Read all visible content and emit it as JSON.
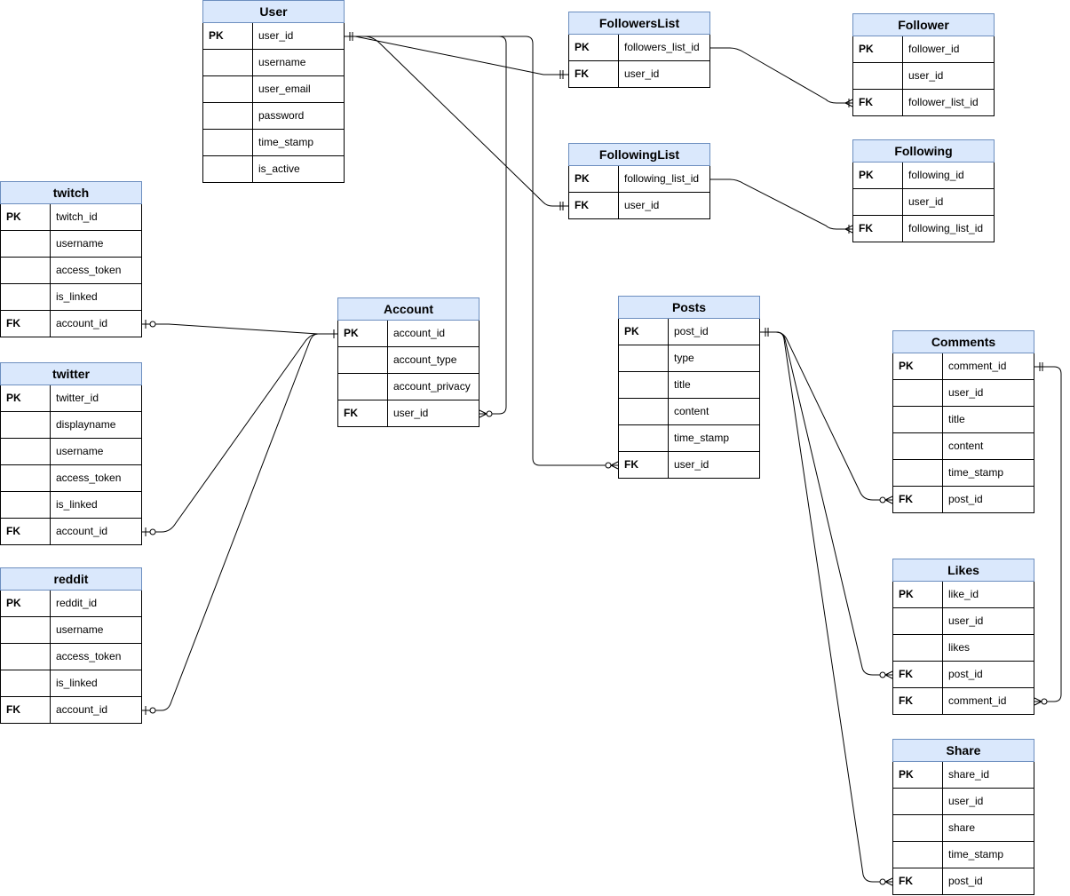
{
  "entities": {
    "user": {
      "title": "User",
      "rows": [
        {
          "key": "PK",
          "field": "user_id"
        },
        {
          "key": "",
          "field": "username"
        },
        {
          "key": "",
          "field": "user_email"
        },
        {
          "key": "",
          "field": "password"
        },
        {
          "key": "",
          "field": "time_stamp"
        },
        {
          "key": "",
          "field": "is_active"
        }
      ]
    },
    "followers_list": {
      "title": "FollowersList",
      "rows": [
        {
          "key": "PK",
          "field": "followers_list_id"
        },
        {
          "key": "FK",
          "field": "user_id"
        }
      ]
    },
    "follower": {
      "title": "Follower",
      "rows": [
        {
          "key": "PK",
          "field": "follower_id"
        },
        {
          "key": "",
          "field": "user_id"
        },
        {
          "key": "FK",
          "field": "follower_list_id"
        }
      ]
    },
    "following_list": {
      "title": "FollowingList",
      "rows": [
        {
          "key": "PK",
          "field": "following_list_id"
        },
        {
          "key": "FK",
          "field": "user_id"
        }
      ]
    },
    "following": {
      "title": "Following",
      "rows": [
        {
          "key": "PK",
          "field": "following_id"
        },
        {
          "key": "",
          "field": "user_id"
        },
        {
          "key": "FK",
          "field": "following_list_id"
        }
      ]
    },
    "twitch": {
      "title": "twitch",
      "rows": [
        {
          "key": "PK",
          "field": "twitch_id"
        },
        {
          "key": "",
          "field": "username"
        },
        {
          "key": "",
          "field": "access_token"
        },
        {
          "key": "",
          "field": "is_linked"
        },
        {
          "key": "FK",
          "field": "account_id"
        }
      ]
    },
    "account": {
      "title": "Account",
      "rows": [
        {
          "key": "PK",
          "field": "account_id"
        },
        {
          "key": "",
          "field": "account_type"
        },
        {
          "key": "",
          "field": "account_privacy"
        },
        {
          "key": "FK",
          "field": "user_id"
        }
      ]
    },
    "twitter": {
      "title": "twitter",
      "rows": [
        {
          "key": "PK",
          "field": "twitter_id"
        },
        {
          "key": "",
          "field": "displayname"
        },
        {
          "key": "",
          "field": "username"
        },
        {
          "key": "",
          "field": "access_token"
        },
        {
          "key": "",
          "field": "is_linked"
        },
        {
          "key": "FK",
          "field": "account_id"
        }
      ]
    },
    "reddit": {
      "title": "reddit",
      "rows": [
        {
          "key": "PK",
          "field": "reddit_id"
        },
        {
          "key": "",
          "field": "username"
        },
        {
          "key": "",
          "field": "access_token"
        },
        {
          "key": "",
          "field": "is_linked"
        },
        {
          "key": "FK",
          "field": "account_id"
        }
      ]
    },
    "posts": {
      "title": "Posts",
      "rows": [
        {
          "key": "PK",
          "field": "post_id"
        },
        {
          "key": "",
          "field": "type"
        },
        {
          "key": "",
          "field": "title"
        },
        {
          "key": "",
          "field": "content"
        },
        {
          "key": "",
          "field": "time_stamp"
        },
        {
          "key": "FK",
          "field": "user_id"
        }
      ]
    },
    "comments": {
      "title": "Comments",
      "rows": [
        {
          "key": "PK",
          "field": "comment_id"
        },
        {
          "key": "",
          "field": "user_id"
        },
        {
          "key": "",
          "field": "title"
        },
        {
          "key": "",
          "field": "content"
        },
        {
          "key": "",
          "field": "time_stamp"
        },
        {
          "key": "FK",
          "field": "post_id"
        }
      ]
    },
    "likes": {
      "title": "Likes",
      "rows": [
        {
          "key": "PK",
          "field": "like_id"
        },
        {
          "key": "",
          "field": "user_id"
        },
        {
          "key": "",
          "field": "likes"
        },
        {
          "key": "FK",
          "field": "post_id"
        },
        {
          "key": "FK",
          "field": "comment_id"
        }
      ]
    },
    "share": {
      "title": "Share",
      "rows": [
        {
          "key": "PK",
          "field": "share_id"
        },
        {
          "key": "",
          "field": "user_id"
        },
        {
          "key": "",
          "field": "share"
        },
        {
          "key": "",
          "field": "time_stamp"
        },
        {
          "key": "FK",
          "field": "post_id"
        }
      ]
    }
  },
  "relationships": [
    {
      "from": "user.user_id",
      "to": "followers_list.user_id",
      "from_end": "one-mandatory",
      "to_end": "one-mandatory"
    },
    {
      "from": "user.user_id",
      "to": "following_list.user_id",
      "from_end": "one-mandatory",
      "to_end": "one-mandatory"
    },
    {
      "from": "user.user_id",
      "to": "account.user_id",
      "from_end": "one-mandatory",
      "to_end": "zero-or-many"
    },
    {
      "from": "user.user_id",
      "to": "posts.user_id",
      "from_end": "one-mandatory",
      "to_end": "zero-or-many"
    },
    {
      "from": "followers_list.followers_list_id",
      "to": "follower.follower_list_id",
      "from_end": "none",
      "to_end": "one-or-many"
    },
    {
      "from": "following_list.following_list_id",
      "to": "following.following_list_id",
      "from_end": "none",
      "to_end": "one-or-many"
    },
    {
      "from": "account.account_id",
      "to": "twitch.account_id",
      "from_end": "one",
      "to_end": "zero-or-one"
    },
    {
      "from": "account.account_id",
      "to": "twitter.account_id",
      "from_end": "one",
      "to_end": "zero-or-one"
    },
    {
      "from": "account.account_id",
      "to": "reddit.account_id",
      "from_end": "one",
      "to_end": "zero-or-one"
    },
    {
      "from": "posts.post_id",
      "to": "comments.post_id",
      "from_end": "one-mandatory",
      "to_end": "zero-or-many"
    },
    {
      "from": "posts.post_id",
      "to": "likes.post_id",
      "from_end": "one-mandatory",
      "to_end": "zero-or-many"
    },
    {
      "from": "posts.post_id",
      "to": "share.post_id",
      "from_end": "one-mandatory",
      "to_end": "zero-or-many"
    },
    {
      "from": "comments.comment_id",
      "to": "likes.comment_id",
      "from_end": "one-mandatory",
      "to_end": "zero-or-many"
    }
  ]
}
